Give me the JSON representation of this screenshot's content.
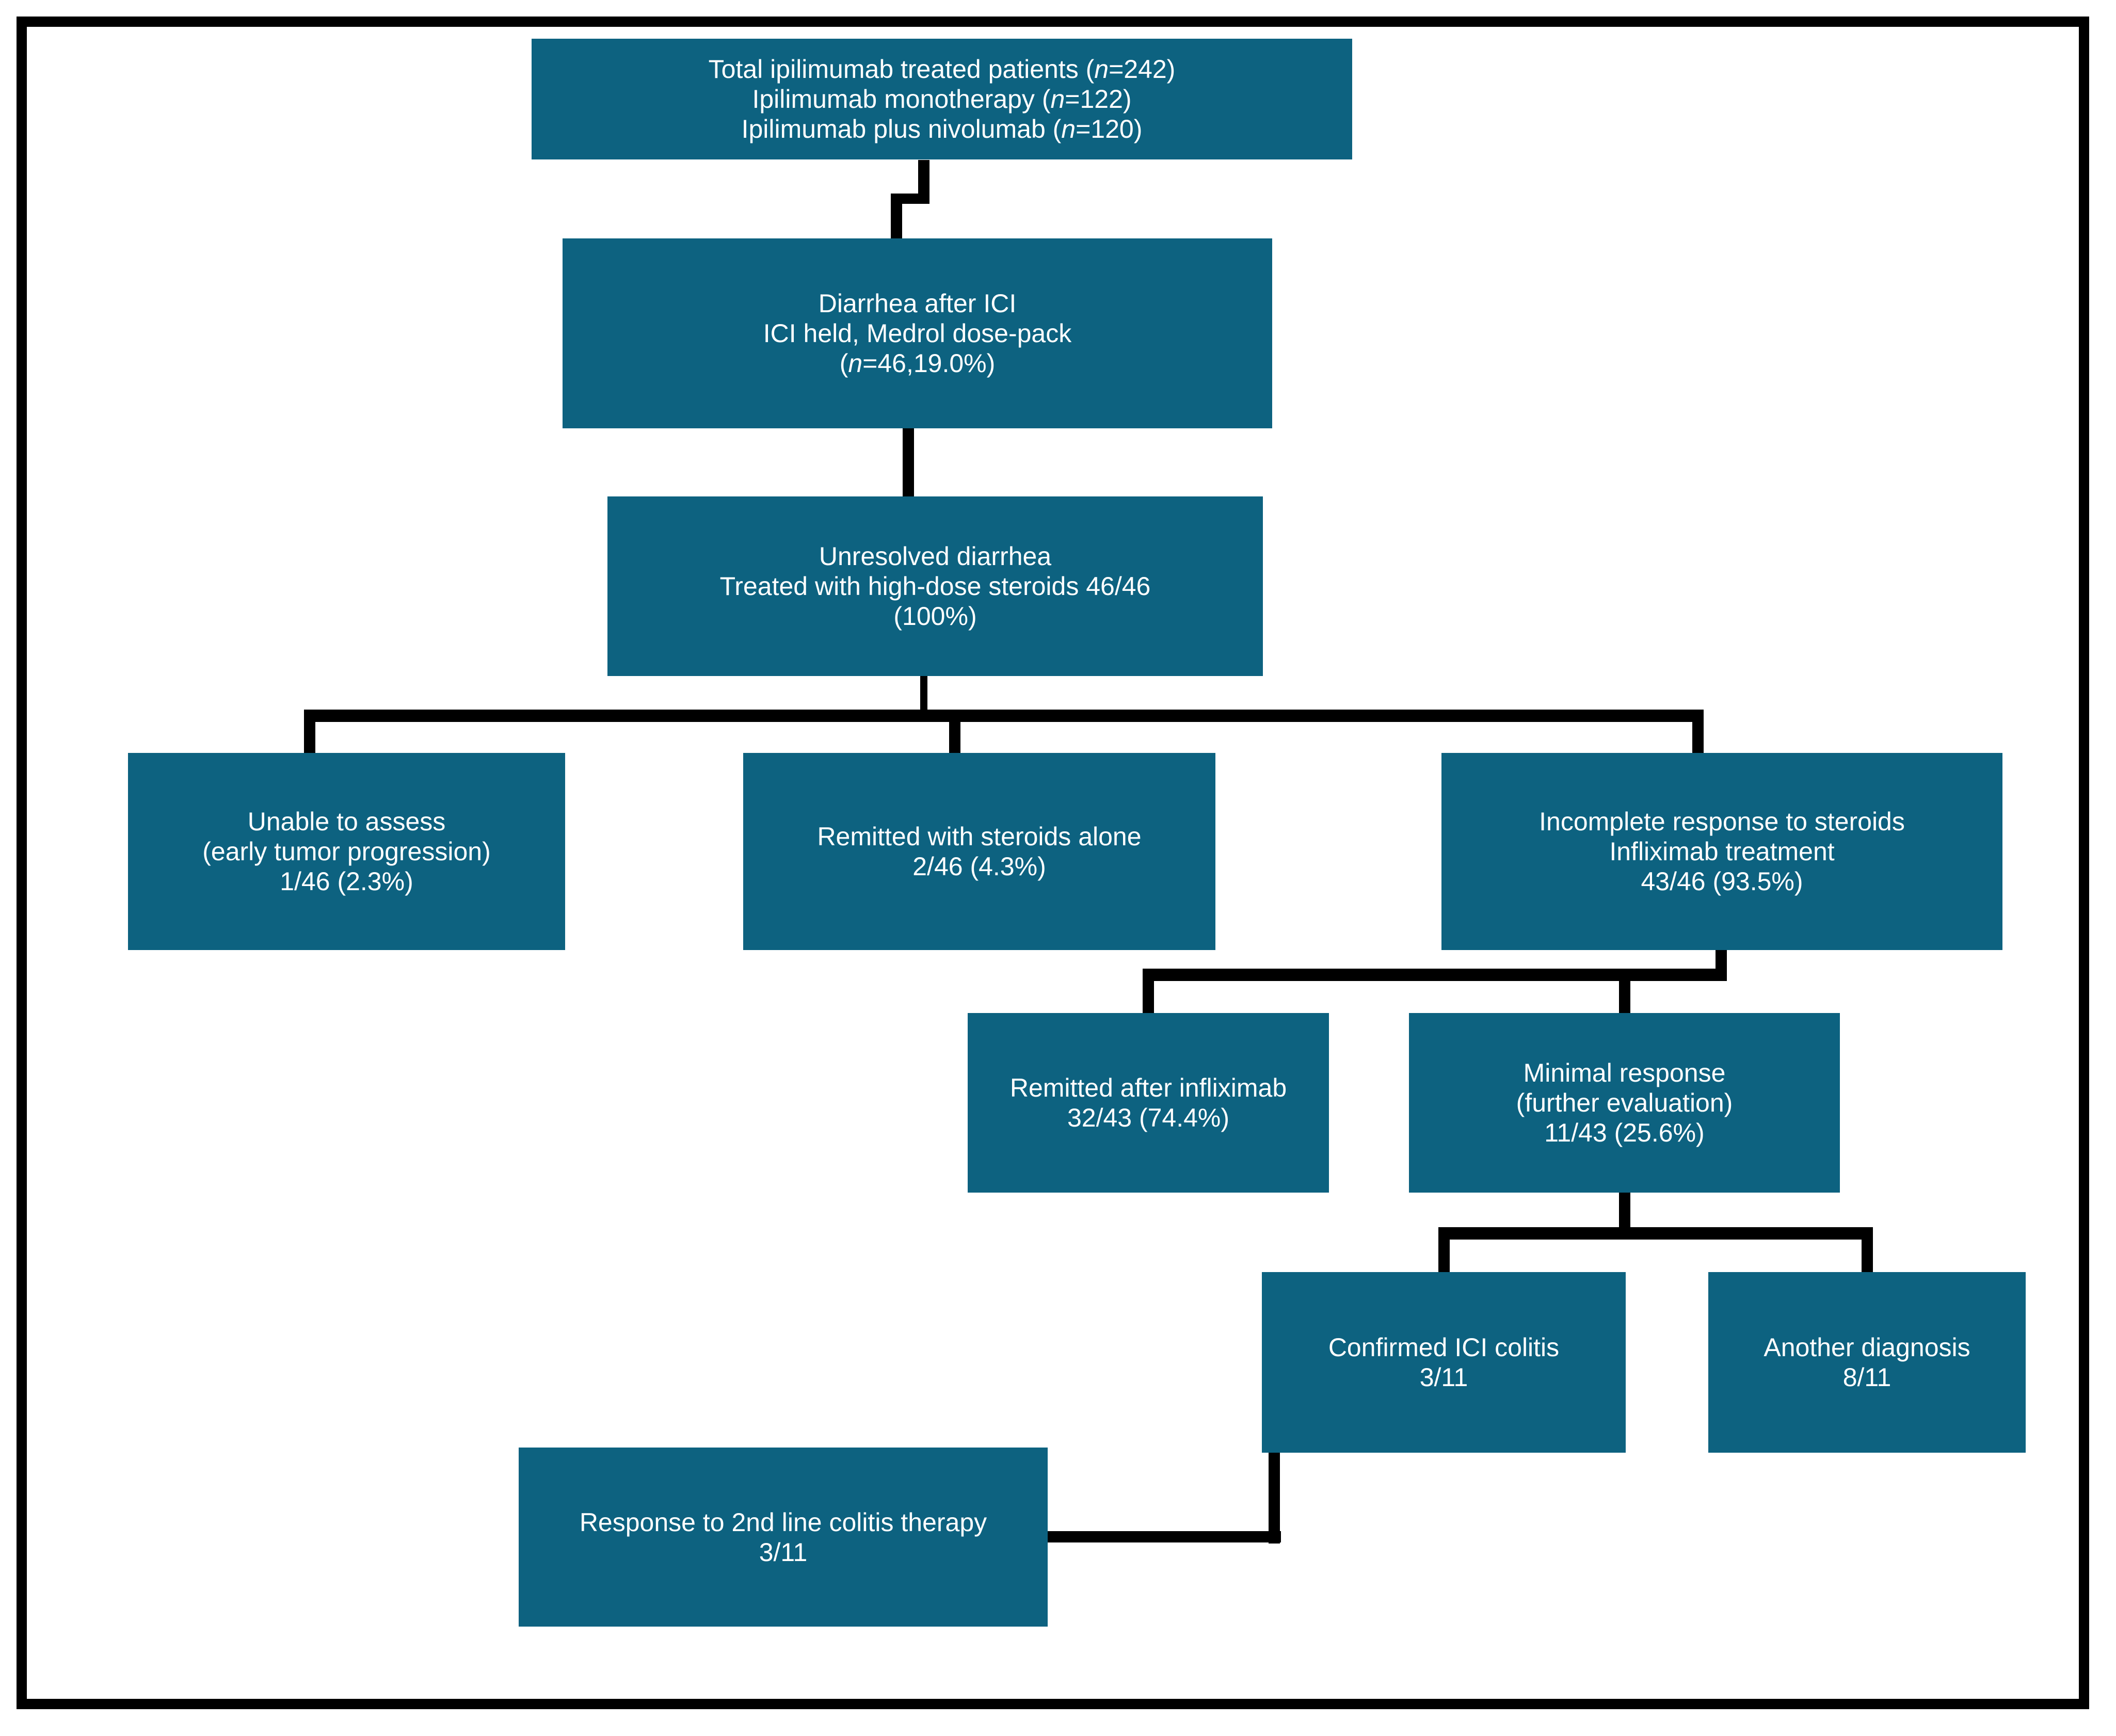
{
  "figure": {
    "background_color": "#ffffff",
    "border_color": "#000000",
    "connector_color": "#000000",
    "node_fill_color": "#0d6280",
    "node_text_color": "#ffffff"
  },
  "nodes": [
    {
      "id": "total",
      "lines": [
        "Total ipilimumab treated patients (n=242)",
        "Ipilimumab monotherapy (n=122)",
        "Ipilimumab plus nivolumab (n=120)"
      ]
    },
    {
      "id": "diarrhea",
      "lines": [
        "Diarrhea after ICI",
        "ICI held, Medrol dose-pack",
        "(n=46,19.0%)"
      ]
    },
    {
      "id": "unresolved",
      "lines": [
        "Unresolved diarrhea",
        "Treated with high-dose steroids 46/46",
        "(100%)"
      ]
    },
    {
      "id": "unable-to-assess",
      "lines": [
        "Unable to assess",
        "(early tumor progression)",
        "1/46 (2.3%)"
      ]
    },
    {
      "id": "remitted-steroids",
      "lines": [
        "Remitted with steroids alone",
        "2/46 (4.3%)"
      ]
    },
    {
      "id": "incomplete-response",
      "lines": [
        "Incomplete response to steroids",
        "Infliximab treatment",
        "43/46 (93.5%)"
      ]
    },
    {
      "id": "remitted-infliximab",
      "lines": [
        "Remitted after infliximab",
        "32/43 (74.4%)"
      ]
    },
    {
      "id": "minimal-response",
      "lines": [
        "Minimal response",
        "(further evaluation)",
        "11/43 (25.6%)"
      ]
    },
    {
      "id": "confirmed-colitis",
      "lines": [
        "Confirmed ICI colitis",
        "3/11"
      ]
    },
    {
      "id": "another-diagnosis",
      "lines": [
        "Another diagnosis",
        "8/11"
      ]
    },
    {
      "id": "second-line-therapy",
      "lines": [
        "Response to 2nd line colitis therapy",
        "3/11"
      ]
    }
  ]
}
